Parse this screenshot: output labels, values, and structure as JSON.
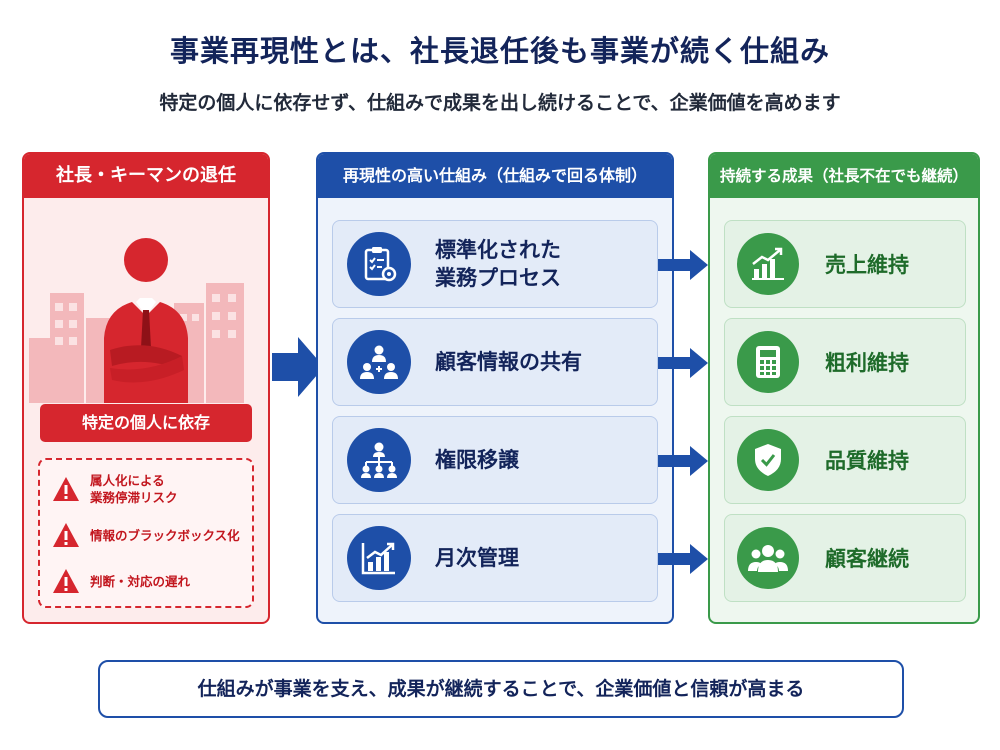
{
  "title": "事業再現性とは、社長退任後も事業が続く仕組み",
  "subtitle": "特定の個人に依存せず、仕組みで成果を出し続けることで、企業価値を高めます",
  "left": {
    "header": "社長・キーマンの退任",
    "tag": "特定の個人に依存",
    "risks": [
      {
        "text": "属人化による\n業務停滞リスク",
        "icon": "warning-icon"
      },
      {
        "text": "情報のブラックボックス化",
        "icon": "warning-icon"
      },
      {
        "text": "判断・対応の遅れ",
        "icon": "warning-icon"
      }
    ]
  },
  "center": {
    "header": "再現性の高い仕組み（仕組みで回る体制）",
    "items": [
      {
        "label": "標準化された\n業務プロセス",
        "icon": "clipboard-checklist-icon"
      },
      {
        "label": "顧客情報の共有",
        "icon": "team-sharing-icon"
      },
      {
        "label": "権限移譲",
        "icon": "org-chart-icon"
      },
      {
        "label": "月次管理",
        "icon": "chart-growth-icon"
      }
    ]
  },
  "right": {
    "header": "持続する成果（社長不在でも継続）",
    "items": [
      {
        "label": "売上維持",
        "icon": "sales-chart-icon"
      },
      {
        "label": "粗利維持",
        "icon": "calculator-icon"
      },
      {
        "label": "品質維持",
        "icon": "shield-check-icon"
      },
      {
        "label": "顧客継続",
        "icon": "customers-icon"
      }
    ]
  },
  "footer": "仕組みが事業を支え、成果が継続することで、企業価値と信頼が高まる",
  "colors": {
    "navy": "#13245a",
    "blue": "#1e4fa8",
    "red": "#d6262e",
    "green": "#3a9a4a"
  }
}
